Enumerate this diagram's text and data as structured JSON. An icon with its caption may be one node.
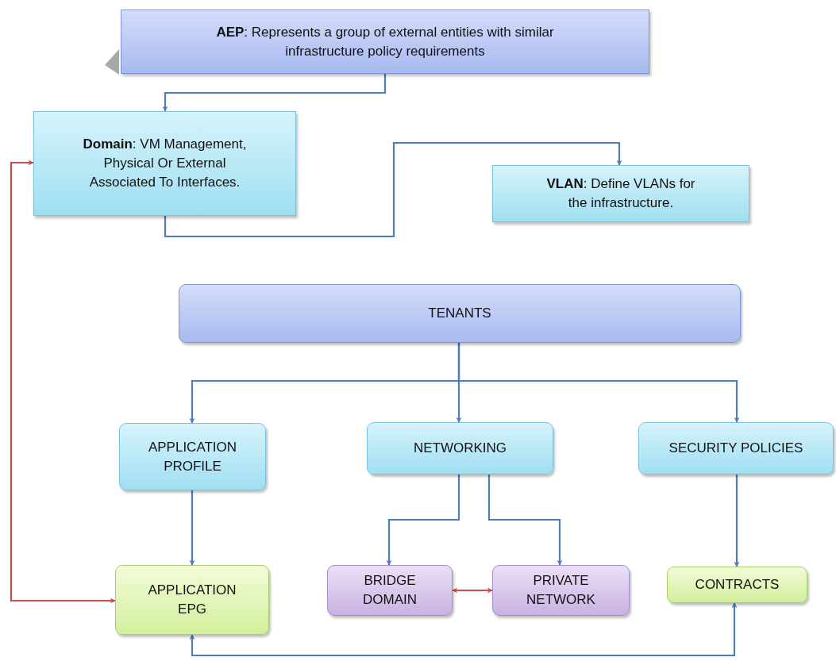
{
  "diagram": {
    "nodes": [
      {
        "text": [
          "**AEP**: Represents a group of external entities with similar infrastructure policy requirements"
        ]
      },
      {
        "text": [
          "**Domain**: VM Management, Physical Or External Associated To Interfaces."
        ]
      },
      {
        "text": [
          "**VLAN**: Define VLANs for the infrastructure."
        ]
      },
      {
        "text": [
          "TENANTS"
        ]
      },
      {
        "text": [
          "APPLICATION PROFILE"
        ]
      },
      {
        "text": [
          "NETWORKING"
        ]
      },
      {
        "text": [
          "SECURITY POLICIES"
        ]
      },
      {
        "text": [
          "APPLICATION EPG"
        ]
      },
      {
        "text": [
          "BRIDGE DOMAIN"
        ]
      },
      {
        "text": [
          "PRIVATE NETWORK"
        ]
      },
      {
        "text": [
          "CONTRACTS"
        ]
      }
    ],
    "edges": [
      {
        "from": 0,
        "to": 1,
        "arrow": "to"
      },
      {
        "from": 1,
        "to": 2,
        "arrow": "to"
      },
      {
        "from": 3,
        "to": 4,
        "arrow": "to"
      },
      {
        "from": 3,
        "to": 5,
        "arrow": "to"
      },
      {
        "from": 3,
        "to": 6,
        "arrow": "to"
      },
      {
        "from": 4,
        "to": 7,
        "arrow": "to"
      },
      {
        "from": 5,
        "to": 8,
        "arrow": "to"
      },
      {
        "from": 5,
        "to": 9,
        "arrow": "to"
      },
      {
        "from": 6,
        "to": 10,
        "arrow": "to"
      },
      {
        "from": 8,
        "to": 9,
        "arrow": "both",
        "color": "#c0504d"
      },
      {
        "from": 1,
        "to": 7,
        "arrow": "both",
        "color": "#c0504d"
      },
      {
        "from": 7,
        "to": 10,
        "arrow": "both"
      }
    ]
  }
}
